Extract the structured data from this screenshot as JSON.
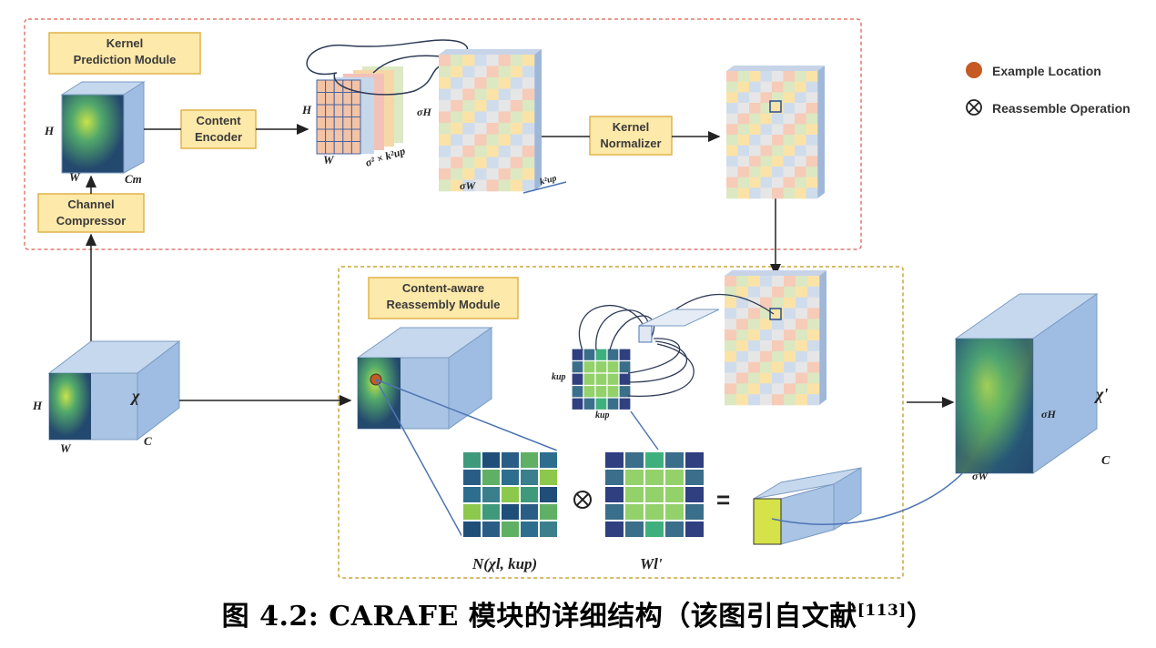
{
  "modules": {
    "kernel_prediction": "Kernel\nPrediction Module",
    "content_encoder": "Content\nEncoder",
    "channel_compressor": "Channel\nCompressor",
    "kernel_normalizer": "Kernel\nNormalizer",
    "reassembly": "Content-aware\nReassembly Module"
  },
  "legend": {
    "example_location": "Example Location",
    "reassemble_operation": "Reassemble Operation"
  },
  "labels": {
    "H": "H",
    "W": "W",
    "C": "C",
    "Cm": "Cm",
    "chi": "χ",
    "chi_prime": "χ'",
    "sigmaH": "σH",
    "sigmaW": "σW",
    "sigma2k2": "σ² × k²up",
    "k2up": "k²up",
    "kup": "kup",
    "neighborhood": "N(χl, kup)",
    "kernel": "Wl'",
    "otimes": "⊗",
    "equals": "="
  },
  "caption": {
    "text": "图 4.2: CARAFE 模块的详细结构（该图引自文献",
    "ref": "[113]",
    "end": "）"
  },
  "colors": {
    "module_fill": "#fde9a9",
    "module_stroke": "#e0b44b",
    "cube_blue": "#a9c4e4",
    "red_dash": "#e07a6e",
    "gold_dash": "#c9a63a",
    "location_dot": "#c55a22"
  }
}
